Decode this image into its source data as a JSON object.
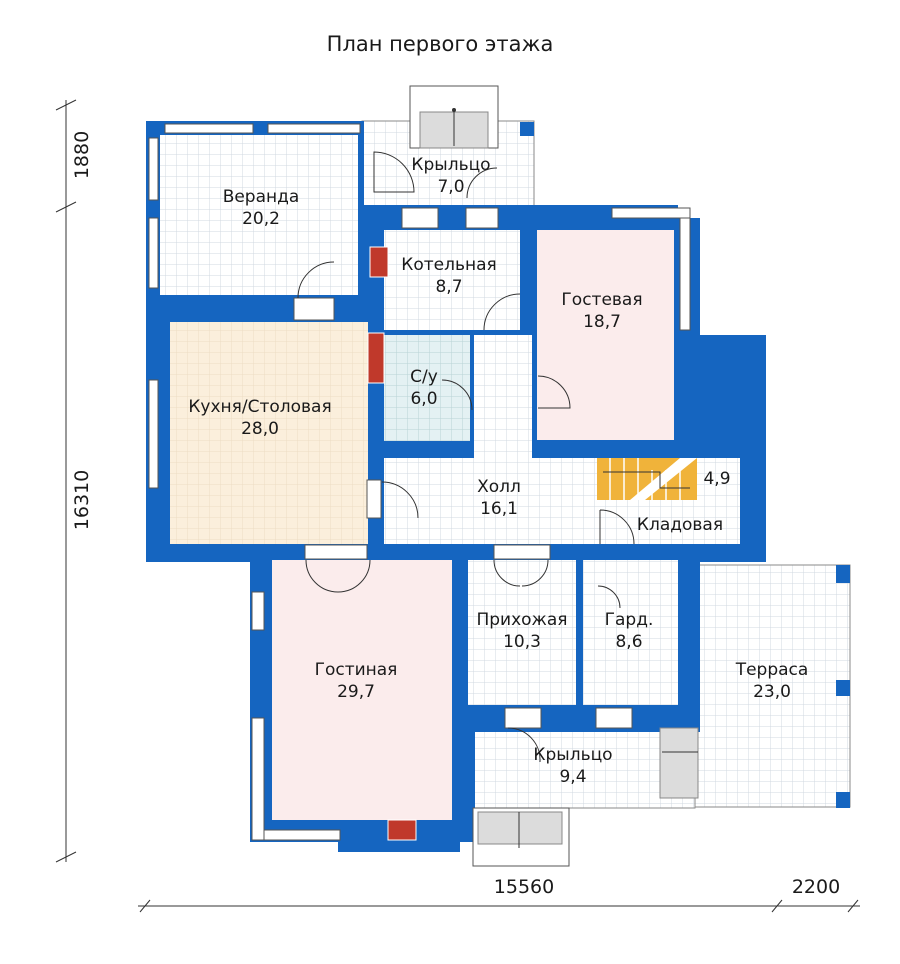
{
  "title": "План первого этажа",
  "colors": {
    "wall": "#1565c0",
    "tile_grid": "#d6dce4",
    "kitchen": "#fbefdc",
    "pink_room": "#fbecec",
    "bath": "#e4f1f3",
    "stairs": "#f0b33a"
  },
  "rooms": [
    {
      "id": "veranda",
      "name": "Веранда",
      "area": "20,2"
    },
    {
      "id": "porch-top",
      "name": "Крыльцо",
      "area": "7,0"
    },
    {
      "id": "boiler",
      "name": "Котельная",
      "area": "8,7"
    },
    {
      "id": "guest",
      "name": "Гостевая",
      "area": "18,7"
    },
    {
      "id": "kitchen",
      "name": "Кухня/Столовая",
      "area": "28,0"
    },
    {
      "id": "wc",
      "name": "С/у",
      "area": "6,0"
    },
    {
      "id": "hall",
      "name": "Холл",
      "area": "16,1"
    },
    {
      "id": "stairs",
      "name": "",
      "area": "4,9"
    },
    {
      "id": "storage",
      "name": "Кладовая",
      "area": ""
    },
    {
      "id": "living",
      "name": "Гостиная",
      "area": "29,7"
    },
    {
      "id": "entry",
      "name": "Прихожая",
      "area": "10,3"
    },
    {
      "id": "wardrobe",
      "name": "Гард.",
      "area": "8,6"
    },
    {
      "id": "terrace",
      "name": "Терраса",
      "area": "23,0"
    },
    {
      "id": "porch-bottom",
      "name": "Крыльцо",
      "area": "9,4"
    }
  ],
  "dimensions": {
    "left_top": "1880",
    "left_main": "16310",
    "bottom_main": "15560",
    "bottom_right": "2200"
  }
}
